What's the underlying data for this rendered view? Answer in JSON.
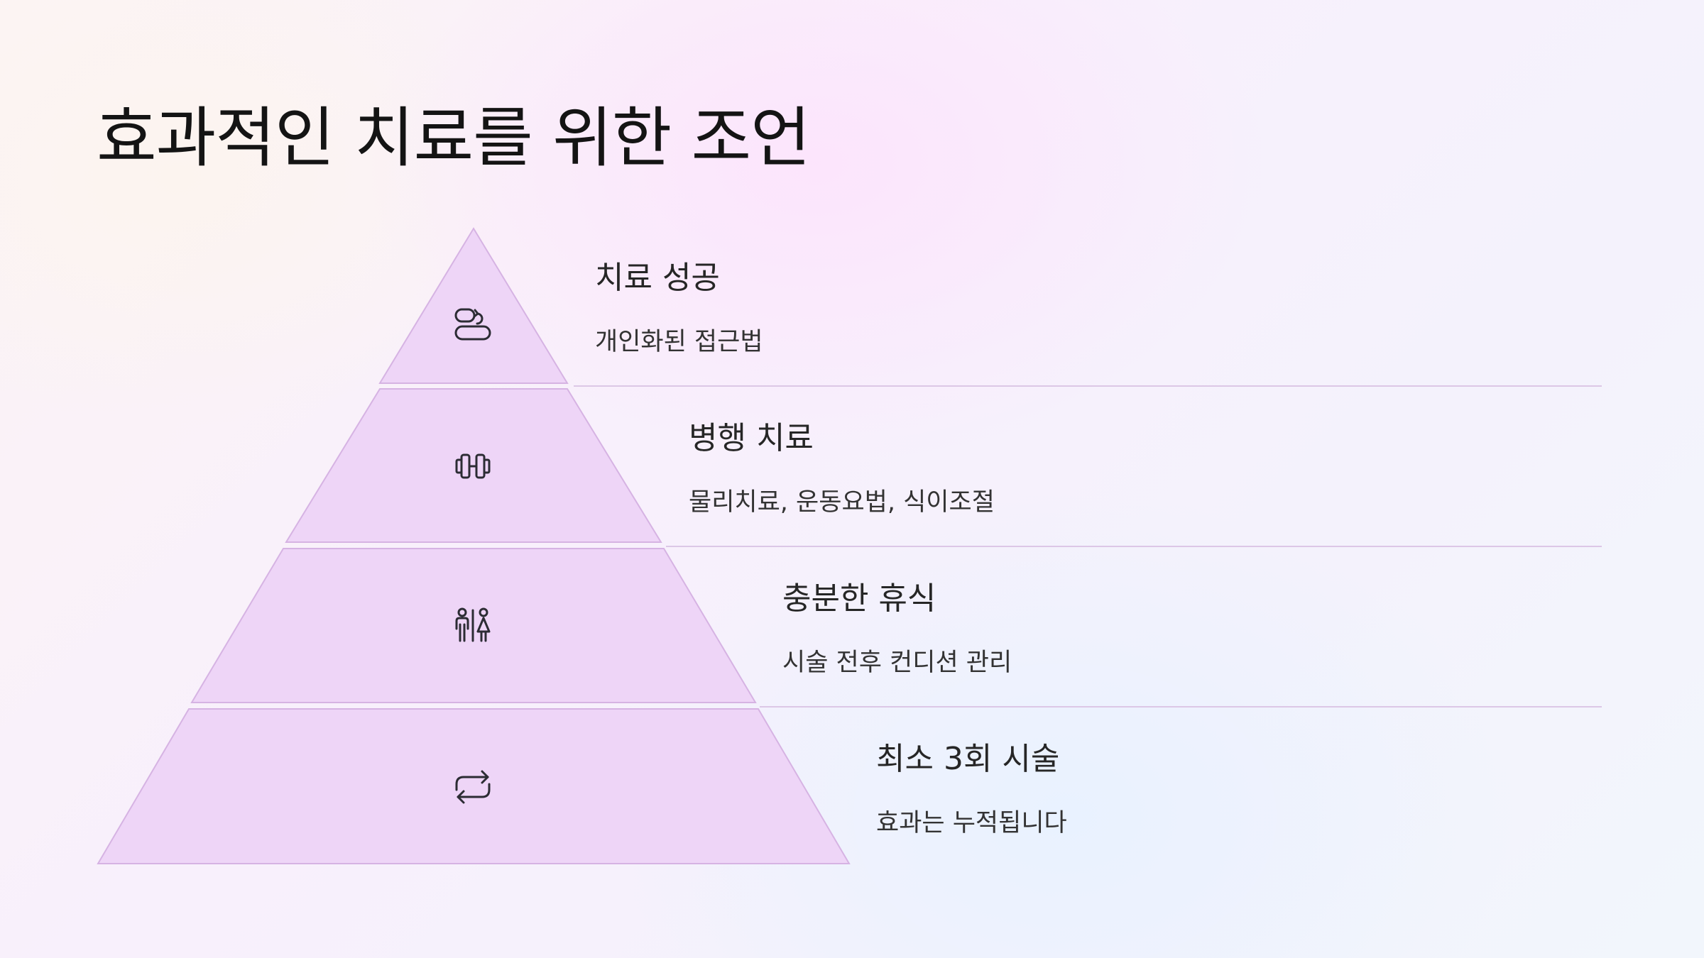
{
  "title": "효과적인 치료를 위한 조언",
  "levels": [
    {
      "heading": "치료 성공",
      "description": "개인화된 접근법",
      "icon": "pill-refresh-icon"
    },
    {
      "heading": "병행 치료",
      "description": "물리치료, 운동요법, 식이조절",
      "icon": "dumbbell-icon"
    },
    {
      "heading": "충분한 휴식",
      "description": "시술 전후 컨디션 관리",
      "icon": "people-icon"
    },
    {
      "heading": "최소 3회 시술",
      "description": "효과는 누적됩니다",
      "icon": "repeat-icon"
    }
  ],
  "colors": {
    "tier_fill": "#eed5f7",
    "tier_stroke": "#d6b3e3",
    "divider": "#dcc7e6",
    "text": "#1f1f1f"
  }
}
